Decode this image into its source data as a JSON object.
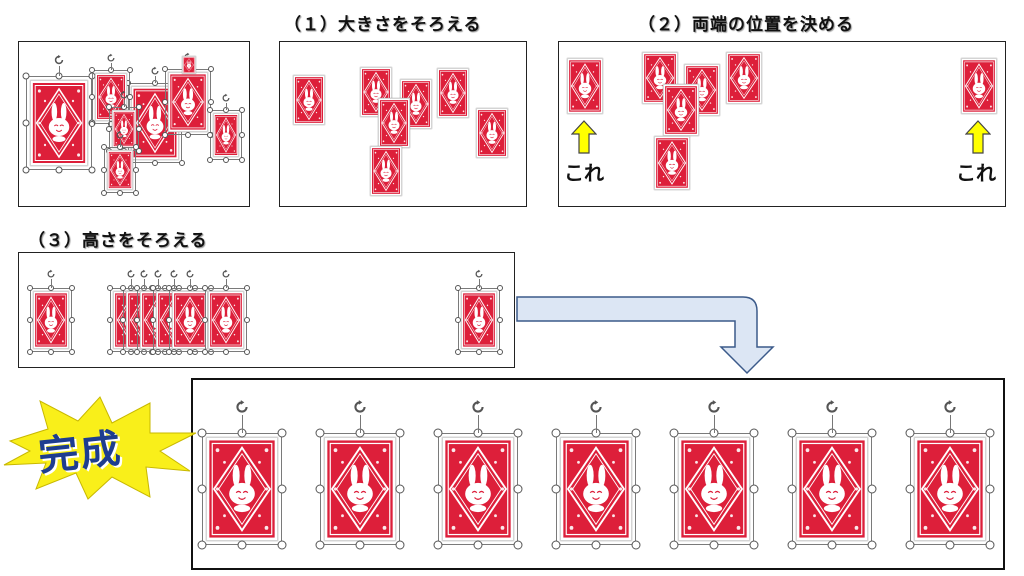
{
  "steps": {
    "step1_title": "（１）大きさをそろえる",
    "step2_title": "（２）両端の位置を決める",
    "step3_title": "（３）高さをそろえる"
  },
  "markers": {
    "left_label": "これ",
    "right_label": "これ"
  },
  "burst": {
    "label": "完成",
    "fill_color": "#f9ef1a",
    "text_color": "#1e3d8f"
  },
  "card": {
    "icon": "rabbit-card-icon",
    "main_color": "#dd1f3a"
  },
  "arrow": {
    "icon": "bent-arrow-icon",
    "fill_color": "#dce6f4",
    "stroke_color": "#3b5a8a"
  },
  "up_arrow": {
    "icon": "yellow-up-arrow-icon",
    "fill_color": "#ffff00"
  }
}
